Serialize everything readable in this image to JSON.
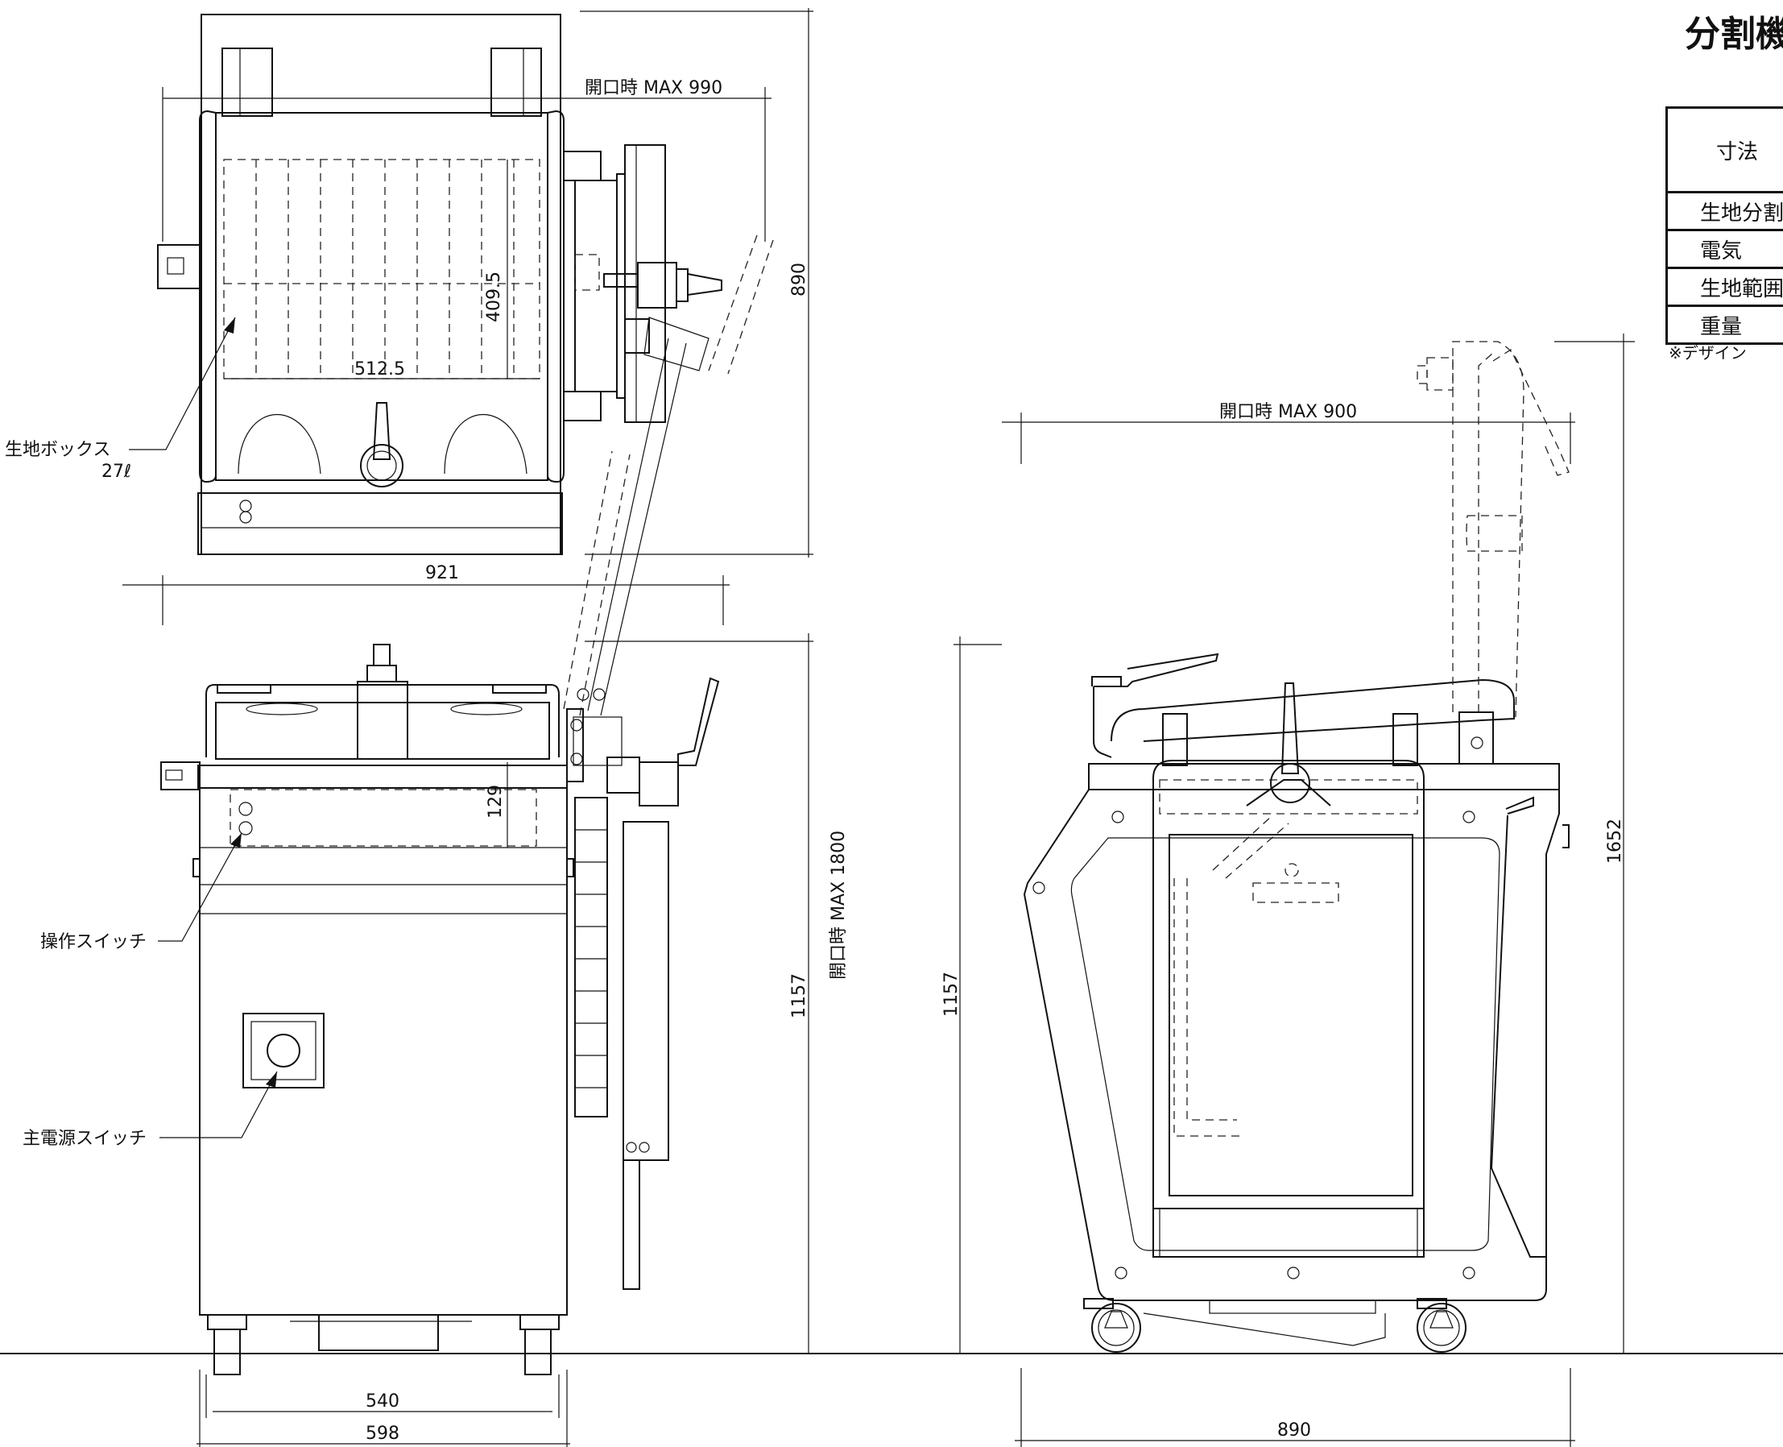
{
  "panel": {
    "title": "分割機",
    "table_rows": [
      "寸法",
      "生地分割",
      "電気",
      "生地範囲",
      "重量"
    ],
    "note": "※デザイン"
  },
  "labels": {
    "dough_box": "生地ボックス",
    "dough_box_capacity": "27ℓ",
    "operation_switch": "操作スイッチ",
    "main_power_switch": "主電源スイッチ"
  },
  "dimensions": {
    "top_open_max": "開口時 MAX 990",
    "top_depth": "890",
    "inner_depth": "409.5",
    "inner_width": "512.5",
    "top_width": "921",
    "total_open_max": "開口時 MAX 1800",
    "panel_height": "129",
    "front_height": "1157",
    "front_inner_width": "540",
    "front_width": "598",
    "side_open_max": "開口時 MAX 900",
    "side_height": "1157",
    "side_total_height": "1652",
    "side_width": "890"
  }
}
